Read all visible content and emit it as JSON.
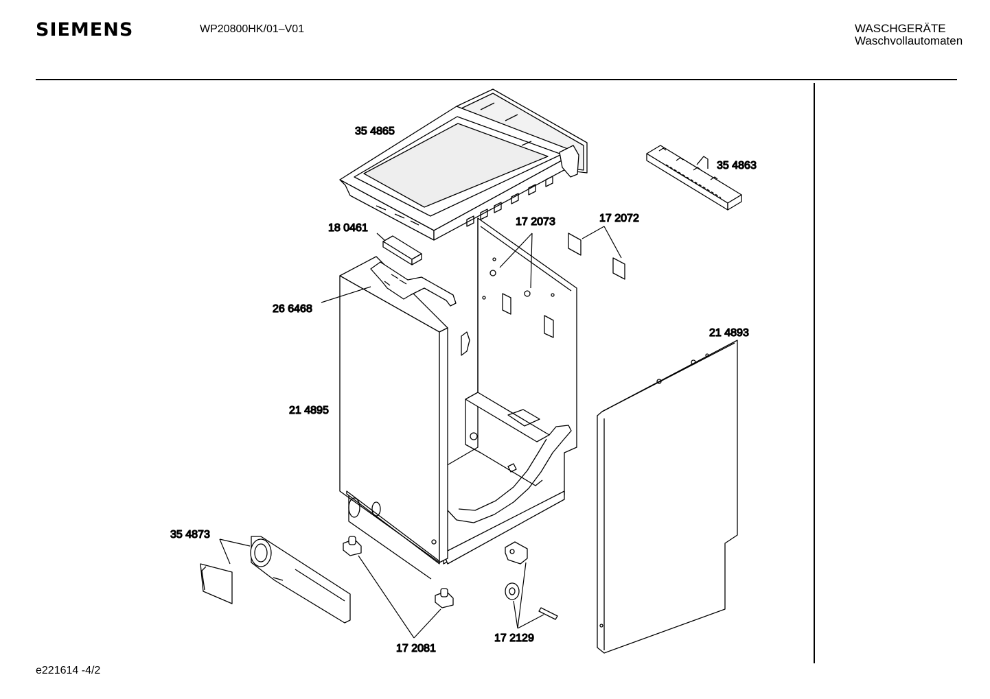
{
  "header": {
    "brand": "SIEMENS",
    "model": "WP20800HK/01–V01",
    "category": "WASCHGERÄTE",
    "subcategory": "Waschvollautomaten"
  },
  "footer": {
    "drawing_code": "e221614  -4/2"
  },
  "parts": [
    {
      "number": "35 4865"
    },
    {
      "number": "35 4863"
    },
    {
      "number": "18 0461"
    },
    {
      "number": "17 2073"
    },
    {
      "number": "17 2072"
    },
    {
      "number": "26 6468"
    },
    {
      "number": "21 4893"
    },
    {
      "number": "21 4895"
    },
    {
      "number": "35 4873"
    },
    {
      "number": "17 2081"
    },
    {
      "number": "17 2129"
    }
  ]
}
